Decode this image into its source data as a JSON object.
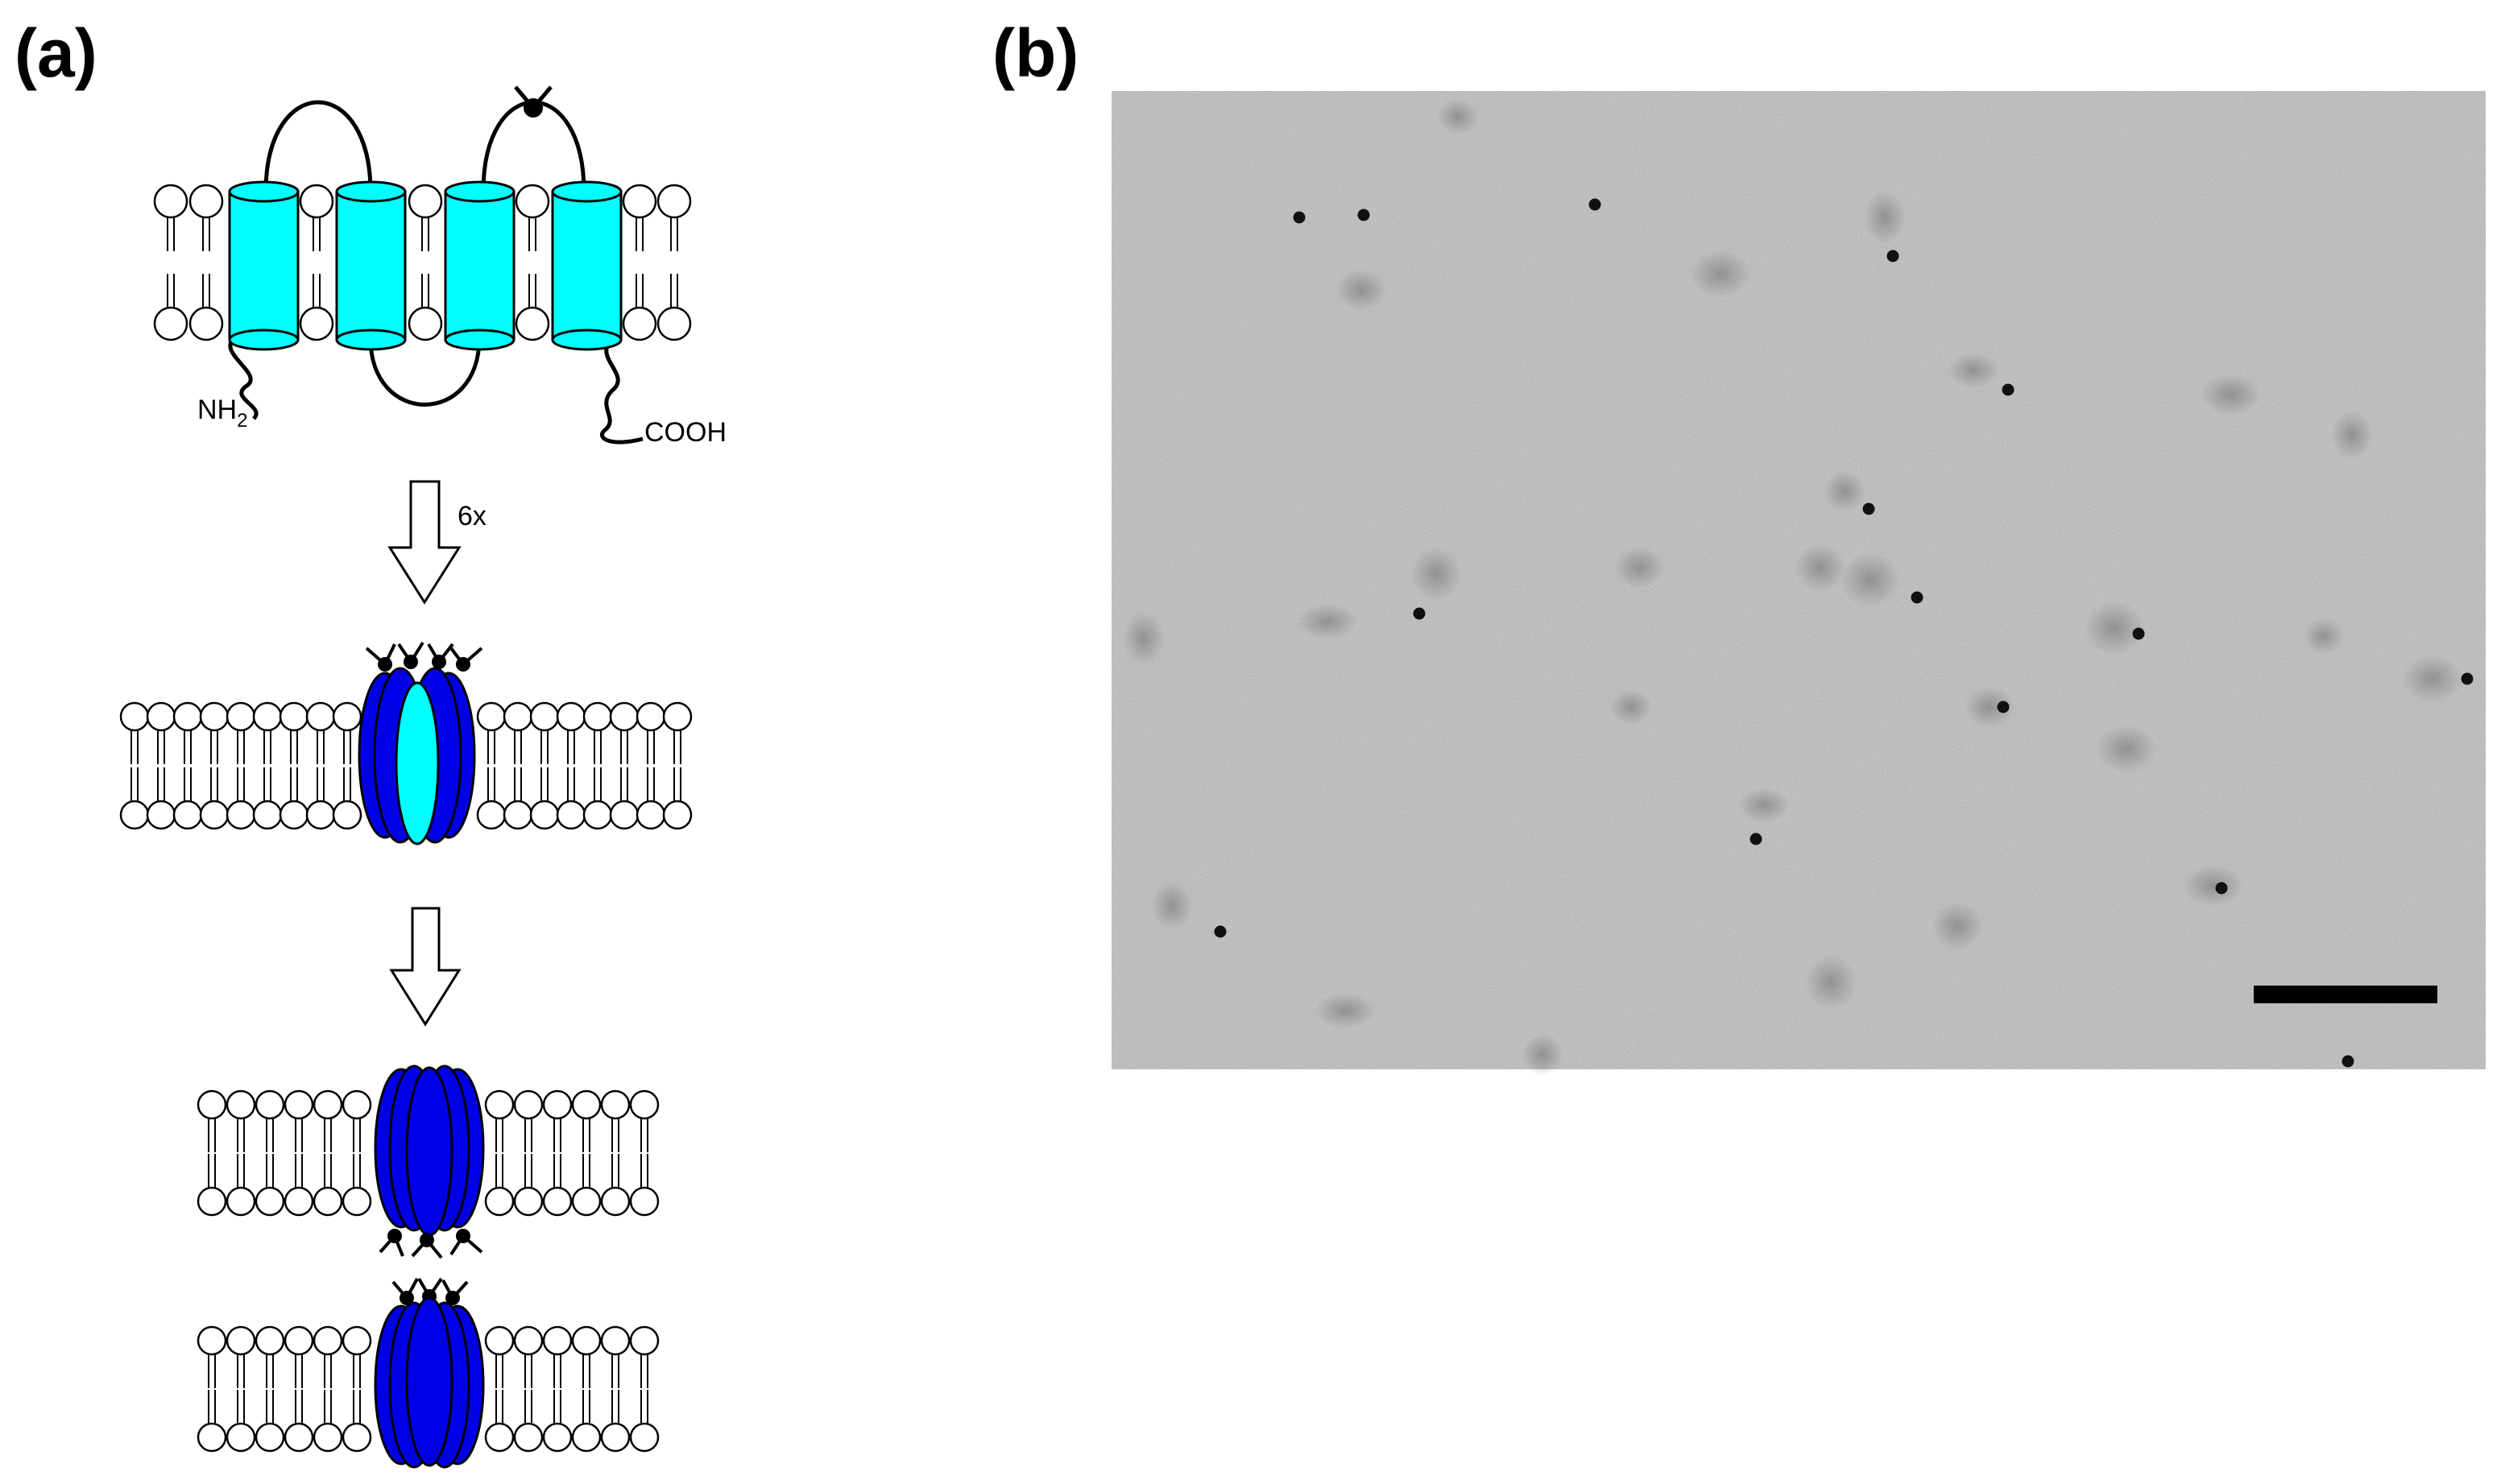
{
  "panels": {
    "a": {
      "label": "(a)"
    },
    "b": {
      "label": "(b)"
    }
  },
  "diagram": {
    "nh2_main": "NH",
    "nh2_sub": "2",
    "cooh": "COOH",
    "arrow1_label": "6x"
  },
  "colors": {
    "cyan": "#00ffff",
    "blue": "#0000e6",
    "black": "#000000",
    "micrograph_gray": "#a6a6a6"
  }
}
